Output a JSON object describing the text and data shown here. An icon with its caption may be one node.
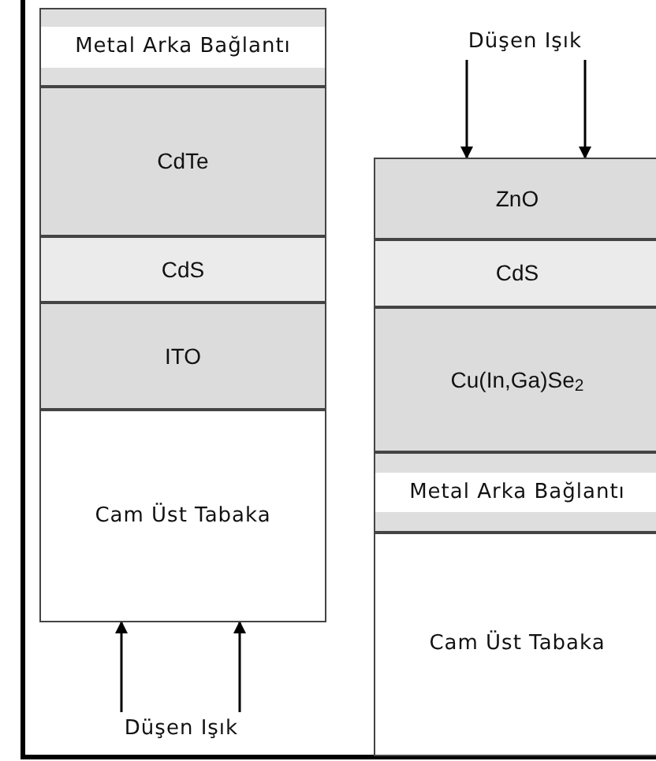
{
  "diagram": {
    "nodes": [
      {
        "text": [
          "Metal Arka Bağlantı"
        ]
      },
      {
        "text": [
          "CdTe"
        ]
      },
      {
        "text": [
          "CdS"
        ]
      },
      {
        "text": [
          "ITO"
        ]
      },
      {
        "text": [
          "Cam Üst Tabaka"
        ]
      },
      {
        "text": [
          "Düşen Işık"
        ]
      },
      {
        "text": [
          "Düşen Işık"
        ]
      },
      {
        "text": [
          "ZnO"
        ]
      },
      {
        "text": [
          "CdS"
        ]
      },
      {
        "text": [
          "Cu(In,Ga)Se$_{2}$"
        ]
      },
      {
        "text": [
          "Metal Arka Bağlantı"
        ]
      },
      {
        "text": [
          "Cam Üst Tabaka"
        ]
      }
    ],
    "edges": [
      {
        "from": 5,
        "to": 4,
        "arrow": "to"
      },
      {
        "from": 5,
        "to": 4,
        "arrow": "to"
      },
      {
        "from": 6,
        "to": 7,
        "arrow": "to"
      },
      {
        "from": 6,
        "to": 7,
        "arrow": "to"
      }
    ]
  }
}
